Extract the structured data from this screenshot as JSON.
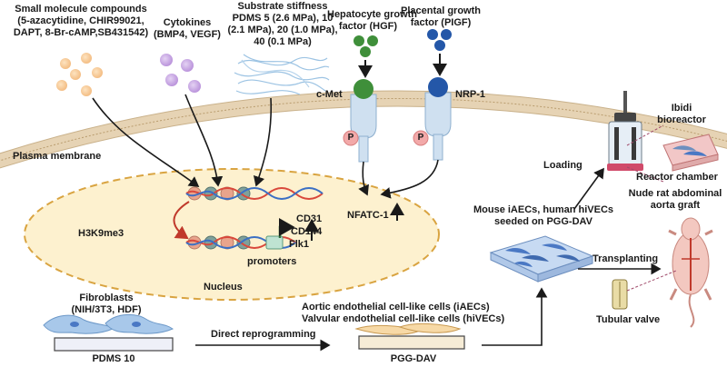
{
  "labels": {
    "small_molecule_title": "Small molecule compounds",
    "small_molecule_line2": "(5-azacytidine, CHIR99021,",
    "small_molecule_line3": "DAPT, 8-Br-cAMP,SB431542)",
    "cytokines_title": "Cytokines",
    "cytokines_line2": "(BMP4, VEGF)",
    "stiffness_line1": "Substrate stiffness",
    "stiffness_line2": "PDMS 5 (2.6 MPa), 10",
    "stiffness_line3": "(2.1 MPa), 20 (1.0 MPa),",
    "stiffness_line4": "40 (0.1 MPa)",
    "hgf_line1": "Hepatocyte growth",
    "hgf_line2": "factor (HGF)",
    "pigf_line1": "Placental growth",
    "pigf_line2": "factor (PIGF)",
    "cmet": "c-Met",
    "nrp1": "NRP-1",
    "phospho": "P",
    "plasma_membrane": "Plasma membrane",
    "h3k9me3": "H3K9me3",
    "cd31": "CD31",
    "cd144": "CD144",
    "flk1": "Flk1",
    "nfatc1": "NFATC-1",
    "promoters": "promoters",
    "nucleus": "Nucleus",
    "fibroblasts_line1": "Fibroblasts",
    "fibroblasts_line2": "(NIH/3T3, HDF)",
    "pdms10": "PDMS 10",
    "direct_reprogramming": "Direct reprogramming",
    "iaec_line": "Aortic endothelial cell-like cells (iAECs)",
    "hivec_line": "Valvular endothelial cell-like cells (hiVECs)",
    "pgg_dav": "PGG-DAV",
    "seeded_line1": "Mouse iAECs, human hiVECs",
    "seeded_line2": "seeded on PGG-DAV",
    "loading": "Loading",
    "ibidi_line1": "Ibidi",
    "ibidi_line2": "bioreactor",
    "reactor_chamber": "Reactor chamber",
    "nude_rat_line1": "Nude rat abdominal",
    "nude_rat_line2": "aorta graft",
    "transplanting": "Transplanting",
    "tubular_valve": "Tubular valve"
  },
  "colors": {
    "membrane": "#e6d3b4",
    "nucleus_fill": "#fdf1cf",
    "nucleus_border": "#d9a441",
    "receptor": "#cfe0f0",
    "cmet_head": "#3f8f3a",
    "nrp1_head": "#2457a8",
    "phospho": "#f2a9a9",
    "dna_red": "#d9483b",
    "dna_blue": "#3b6fc4",
    "scaffold_blue": "#4a78c4",
    "arrow": "#1a1a1a"
  },
  "icons": [
    "molecule-dots-icon",
    "cytokine-dots-icon",
    "fiber-mesh-icon",
    "hgf-ligand-icon",
    "pigf-ligand-icon",
    "cmet-receptor-icon",
    "nrp1-receptor-icon",
    "dna-helix-icon",
    "gene-promoter-icon",
    "fibroblast-cells-icon",
    "scaffold-icon",
    "bioreactor-icon",
    "reactor-chamber-icon",
    "rat-icon",
    "tubular-valve-icon"
  ]
}
